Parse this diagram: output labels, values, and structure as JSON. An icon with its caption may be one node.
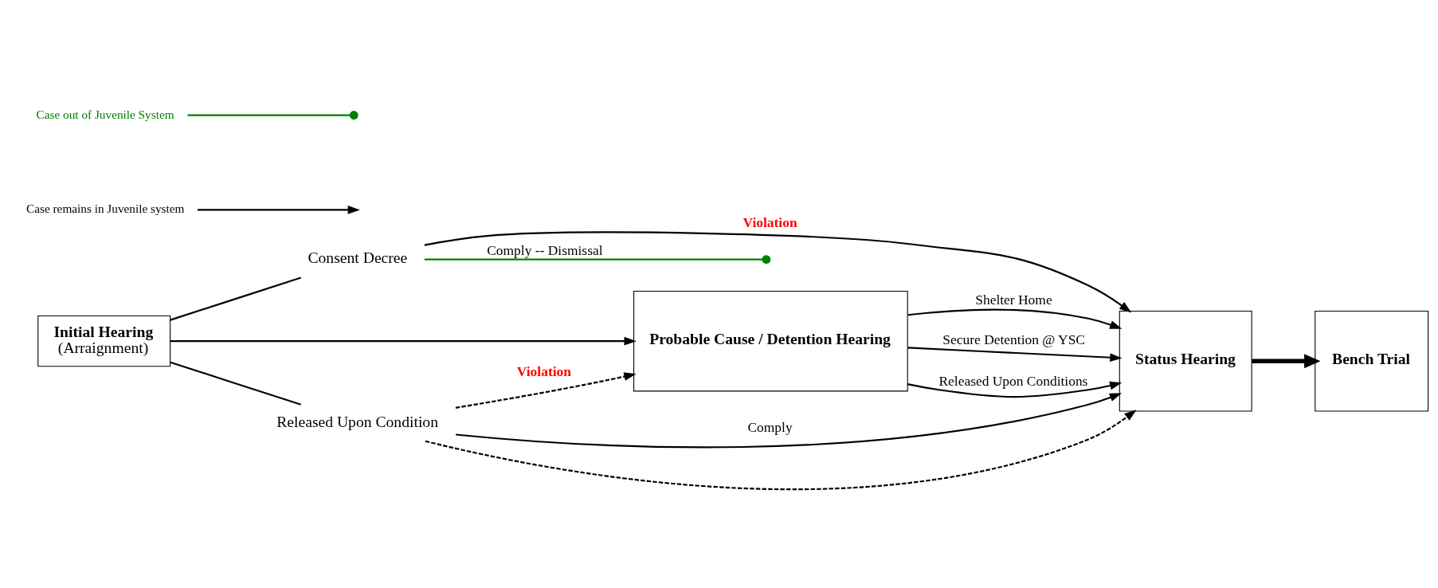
{
  "diagram": {
    "nodes": [
      {
        "text": [
          "Initial Hearing",
          "(Arraignment)"
        ]
      },
      {
        "text": [
          "Probable Cause / Detention Hearing"
        ]
      },
      {
        "text": [
          "Status Hearing"
        ]
      },
      {
        "text": [
          "Bench Trial"
        ]
      },
      {
        "text": [
          "Consent Decree"
        ]
      },
      {
        "text": [
          "Released Upon Condition"
        ]
      }
    ],
    "edges": [
      {
        "from": 0,
        "to": 4,
        "arrow": "none"
      },
      {
        "from": 0,
        "to": 5,
        "arrow": "none"
      },
      {
        "from": 0,
        "to": 1,
        "arrow": "to"
      },
      {
        "from": 4,
        "to": null,
        "arrow": "other",
        "label": "Comply -- Dismissal",
        "color": "#008000"
      },
      {
        "from": 4,
        "to": 2,
        "arrow": "to",
        "label": "Violation"
      },
      {
        "from": 5,
        "to": 2,
        "arrow": "to",
        "label": "Comply"
      },
      {
        "from": 5,
        "to": 1,
        "arrow": "to",
        "style": "dashed",
        "label": "Violation"
      },
      {
        "from": 5,
        "to": 2,
        "arrow": "to",
        "style": "dashed"
      },
      {
        "from": 1,
        "to": 2,
        "arrow": "to",
        "label": "Released Upon Conditions"
      },
      {
        "from": 1,
        "to": 2,
        "arrow": "to",
        "label": "Shelter Home"
      },
      {
        "from": 1,
        "to": 2,
        "arrow": "to",
        "label": "Secure Detention @ YSC"
      },
      {
        "from": 2,
        "to": 3,
        "arrow": "to",
        "style": "thick"
      }
    ],
    "legend": [
      {
        "text": "Case out of Juvenile System"
      },
      {
        "text": "Case remains in Juvenile system"
      }
    ]
  }
}
